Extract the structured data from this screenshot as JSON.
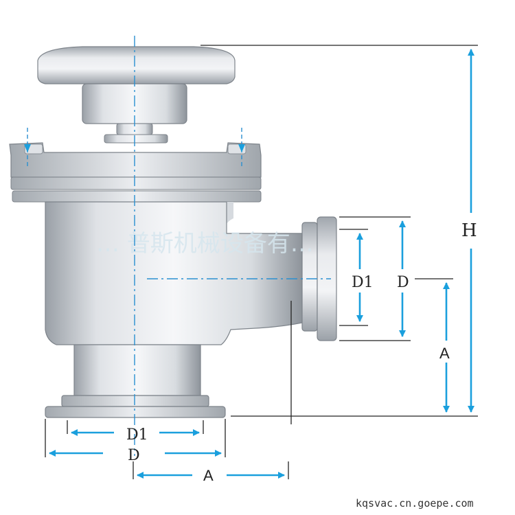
{
  "diagram": {
    "labels": {
      "height": "H",
      "side_port_inner_diameter": "D1",
      "side_port_outer_diameter": "D",
      "side_port_offset": "A",
      "bottom_port_inner_diameter": "D1",
      "bottom_port_outer_diameter": "D",
      "bottom_port_offset": "A"
    },
    "watermark": "… 普斯机械设备有…",
    "source_url": "kqsvac.cn.goepe.com",
    "colors": {
      "arrow": "#1a9fdd",
      "centerline": "#2a8fd0",
      "dimension_line": "#222222",
      "metal_light": "#eef0f3",
      "metal_mid": "#c8ccd2",
      "metal_dark": "#8f959c"
    }
  }
}
